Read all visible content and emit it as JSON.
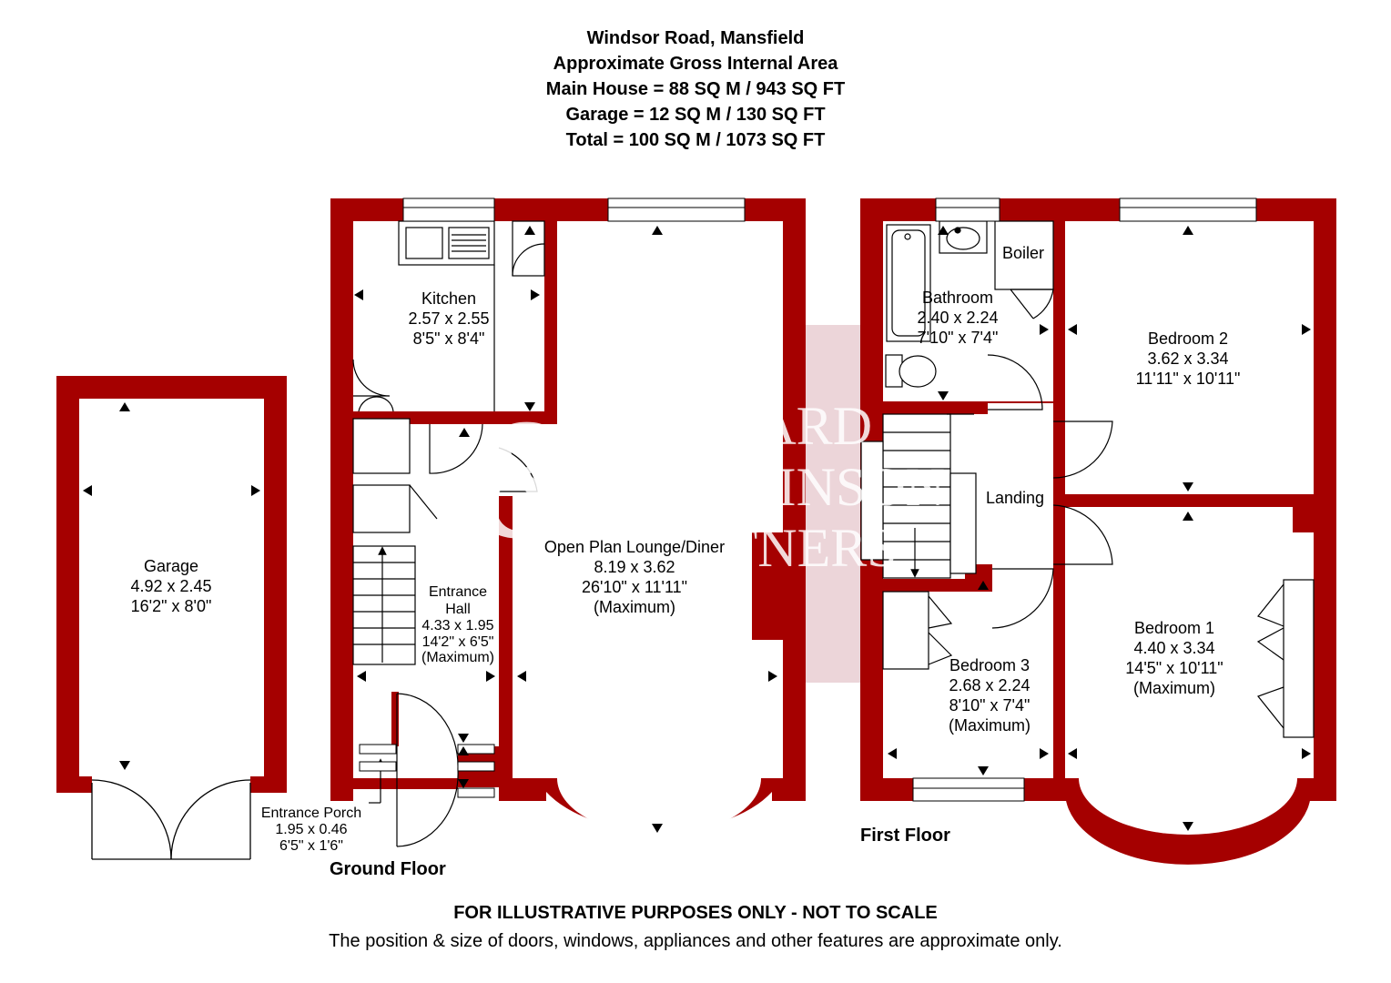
{
  "header": {
    "address": "Windsor Road, Mansfield",
    "area_title": "Approximate Gross Internal Area",
    "main_house": "Main House = 88 SQ M / 943 SQ FT",
    "garage": "Garage = 12 SQ M / 130 SQ FT",
    "total": "Total = 100 SQ M / 1073 SQ FT"
  },
  "watermark": {
    "line1": "RICHARD",
    "line2": "WATKINSON",
    "line3": "PARTNERS"
  },
  "colors": {
    "wall": "#a50000",
    "watermark_bg": "#ecd5d9"
  },
  "floors": {
    "ground": "Ground Floor",
    "first": "First Floor"
  },
  "rooms": {
    "garage": {
      "name": "Garage",
      "metric": "4.92 x 2.45",
      "imperial": "16'2\" x 8'0\""
    },
    "kitchen": {
      "name": "Kitchen",
      "metric": "2.57 x 2.55",
      "imperial": "8'5\" x 8'4\""
    },
    "lounge": {
      "name": "Open Plan Lounge/Diner",
      "metric": "8.19 x 3.62",
      "imperial": "26'10\" x 11'11\"",
      "note": "(Maximum)"
    },
    "hall": {
      "name1": "Entrance",
      "name2": "Hall",
      "metric": "4.33 x 1.95",
      "imperial": "14'2\" x 6'5\"",
      "note": "(Maximum)"
    },
    "porch": {
      "name": "Entrance Porch",
      "metric": "1.95 x 0.46",
      "imperial": "6'5\" x 1'6\""
    },
    "bathroom": {
      "name": "Bathroom",
      "metric": "2.40 x 2.24",
      "imperial": "7'10\" x 7'4\""
    },
    "boiler": {
      "name": "Boiler"
    },
    "bedroom2": {
      "name": "Bedroom 2",
      "metric": "3.62 x 3.34",
      "imperial": "11'11\" x 10'11\""
    },
    "landing": {
      "name": "Landing"
    },
    "bedroom1": {
      "name": "Bedroom 1",
      "metric": "4.40 x 3.34",
      "imperial": "14'5\" x 10'11\"",
      "note": "(Maximum)"
    },
    "bedroom3": {
      "name": "Bedroom 3",
      "metric": "2.68 x 2.24",
      "imperial": "8'10\" x 7'4\"",
      "note": "(Maximum)"
    }
  },
  "footer": {
    "disclaimer": "FOR ILLUSTRATIVE PURPOSES ONLY - NOT TO SCALE",
    "note": "The position & size of doors, windows, appliances and other features are approximate only."
  }
}
